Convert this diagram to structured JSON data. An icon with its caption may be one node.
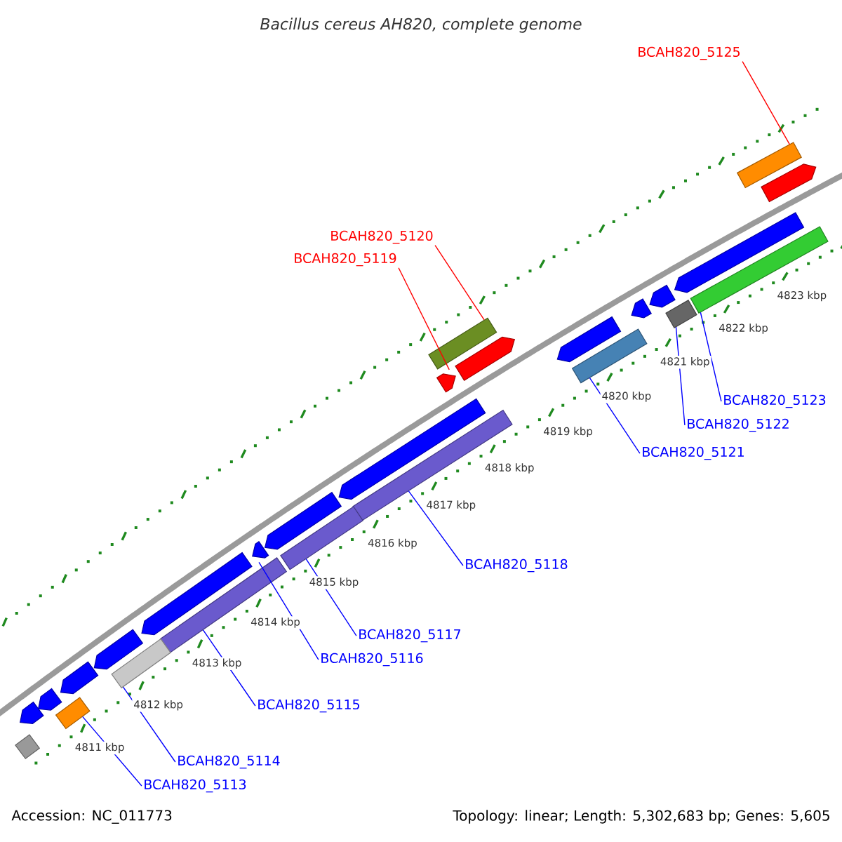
{
  "diagram": {
    "title": "Bacillus cereus AH820, complete genome",
    "nodes": [
      {
        "text": [
          "BCAH820_5125"
        ]
      },
      {
        "text": [
          "BCAH820_5120"
        ]
      },
      {
        "text": [
          "BCAH820_5119"
        ]
      },
      {
        "text": [
          "BCAH820_5123"
        ]
      },
      {
        "text": [
          "BCAH820_5122"
        ]
      },
      {
        "text": [
          "BCAH820_5121"
        ]
      },
      {
        "text": [
          "BCAH820_5118"
        ]
      },
      {
        "text": [
          "BCAH820_5117"
        ]
      },
      {
        "text": [
          "BCAH820_5116"
        ]
      },
      {
        "text": [
          "BCAH820_5115"
        ]
      },
      {
        "text": [
          "BCAH820_5114"
        ]
      },
      {
        "text": [
          "BCAH820_5113"
        ]
      },
      {
        "text": [],
        "shape": "box"
      },
      {
        "text": [],
        "shape": "box"
      },
      {
        "text": [],
        "shape": "arrow"
      },
      {
        "text": [],
        "shape": "box"
      },
      {
        "text": [],
        "shape": "box"
      },
      {
        "text": [],
        "shape": "box"
      },
      {
        "text": [],
        "shape": "box"
      },
      {
        "text": [],
        "shape": "box"
      },
      {
        "text": [],
        "shape": "arrow"
      },
      {
        "text": [],
        "shape": "box"
      },
      {
        "text": [],
        "shape": "box"
      },
      {
        "text": [],
        "shape": "box"
      },
      {
        "text": [],
        "shape": "arrow"
      },
      {
        "text": [],
        "shape": "arrow"
      },
      {
        "text": [],
        "shape": "arrow"
      },
      {
        "text": [],
        "shape": "arrow"
      },
      {
        "text": [],
        "shape": "arrow"
      },
      {
        "text": [],
        "shape": "arrow"
      },
      {
        "text": [],
        "shape": "arrow"
      },
      {
        "text": [],
        "shape": "arrow"
      },
      {
        "text": [],
        "shape": "arrow"
      },
      {
        "text": [],
        "shape": "arrow"
      },
      {
        "text": [],
        "shape": "arrow"
      },
      {
        "text": [],
        "shape": "box"
      },
      {
        "text": [],
        "shape": "arrow"
      },
      {
        "text": [],
        "shape": "arrow"
      }
    ],
    "edges": [
      {
        "from": 0,
        "to": 12,
        "arrow": "none",
        "color": "#ff0000"
      },
      {
        "from": 1,
        "to": 13,
        "arrow": "none",
        "color": "#ff0000"
      },
      {
        "from": 2,
        "to": 14,
        "arrow": "none",
        "color": "#ff0000"
      },
      {
        "from": 3,
        "to": 15,
        "arrow": "none"
      },
      {
        "from": 4,
        "to": 16,
        "arrow": "none"
      },
      {
        "from": 5,
        "to": 17,
        "arrow": "none"
      },
      {
        "from": 6,
        "to": 18,
        "arrow": "none"
      },
      {
        "from": 7,
        "to": 19,
        "arrow": "none"
      },
      {
        "from": 8,
        "to": 20,
        "arrow": "none"
      },
      {
        "from": 9,
        "to": 21,
        "arrow": "none"
      },
      {
        "from": 10,
        "to": 22,
        "arrow": "none"
      },
      {
        "from": 11,
        "to": 23,
        "arrow": "none"
      }
    ],
    "labels": [
      "4823 kbp",
      "4822 kbp",
      "4821 kbp",
      "4820 kbp",
      "4819 kbp",
      "4818 kbp",
      "4817 kbp",
      "4816 kbp",
      "4815 kbp",
      "4814 kbp",
      "4813 kbp",
      "4812 kbp",
      "4811 kbp",
      "Accession: NC_011773",
      "Topology: linear; Length: 5,302,683 bp; Genes: 5,605"
    ]
  }
}
